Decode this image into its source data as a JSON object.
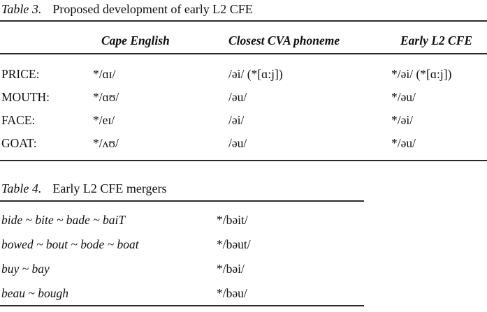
{
  "page": {
    "background_color": "#ffffff",
    "text_color": "#0f0f0f"
  },
  "table3": {
    "caption_label": "Table 3.",
    "caption_text": "Proposed development of early L2 CFE",
    "columns": {
      "cape_english": "Cape English",
      "closest_cva": "Closest CVA phoneme",
      "early_l2_cfe": "Early L2 CFE"
    },
    "rows": [
      {
        "label": "PRICE:",
        "cape_english": "*/ɑɪ/",
        "closest_cva": "/əi/ (*[ɑ:j])",
        "early_l2_cfe": "*/əi/ (*[ɑ:j])"
      },
      {
        "label": "MOUTH:",
        "cape_english": "*/ɑʊ/",
        "closest_cva": "/əu/",
        "early_l2_cfe": "*/əu/"
      },
      {
        "label": "FACE:",
        "cape_english": "*/eɪ/",
        "closest_cva": "/əi/",
        "early_l2_cfe": "*/əi/"
      },
      {
        "label": "GOAT:",
        "cape_english": "*/ʌʊ/",
        "closest_cva": "/əu/",
        "early_l2_cfe": "*/əu/"
      }
    ]
  },
  "table4": {
    "caption_label": "Table 4.",
    "caption_text": "Early L2 CFE mergers",
    "rows": [
      {
        "words": "bide ~ bite ~ bade ~ baiT",
        "phoneme": "*/bəit/"
      },
      {
        "words": "bowed ~ bout ~ bode ~ boat",
        "phoneme": "*/bəut/"
      },
      {
        "words": "buy ~ bay",
        "phoneme": "*/bəi/"
      },
      {
        "words": "beau ~ bough",
        "phoneme": "*/bəu/"
      }
    ]
  }
}
